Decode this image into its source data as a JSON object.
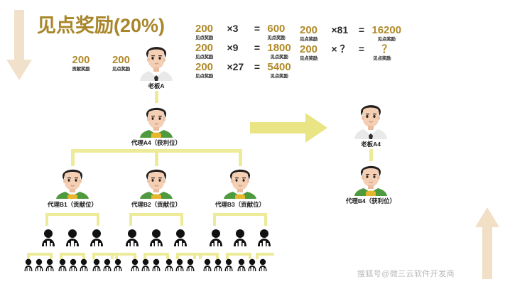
{
  "title": "见点奖励(20%)",
  "colors": {
    "gold": "#b08a2b",
    "title_gold": "#a9862a",
    "connector_yellow": "#eeeb98",
    "arrow_right_yellow": "#e8e480",
    "arrow_beige": "#f0dfc8",
    "shirt_green": "#4f9a3f",
    "watermark_gray": "#b9b9b9"
  },
  "arrows": {
    "down": "arrow-down-icon",
    "up": "arrow-up-icon",
    "right": "arrow-right-icon"
  },
  "top_numbers": [
    {
      "value": "200",
      "label": "贡献奖励"
    },
    {
      "value": "200",
      "label": "见点奖励"
    }
  ],
  "formulas_left": [
    {
      "base": "200",
      "base_label": "见点奖励",
      "op": "×3",
      "eq": "=",
      "result": "600",
      "result_label": "见点奖励"
    },
    {
      "base": "200",
      "base_label": "见点奖励",
      "op": "×9",
      "eq": "=",
      "result": "1800",
      "result_label": "见点奖励"
    },
    {
      "base": "200",
      "base_label": "见点奖励",
      "op": "×27",
      "eq": "=",
      "result": "5400",
      "result_label": "见点奖励"
    }
  ],
  "formulas_right": [
    {
      "base": "200",
      "base_label": "见点奖励",
      "op": "×81",
      "eq": "=",
      "result": "16200",
      "result_label": "见点奖励"
    },
    {
      "base": "200",
      "base_label": "见点奖励",
      "op": "× ？",
      "eq": "=",
      "result": "？",
      "result_label": "见点奖励"
    }
  ],
  "tree_left": {
    "boss": {
      "name": "老板A",
      "role": "boss"
    },
    "agent_a": {
      "name": "代理A4（获利位）",
      "role": "agent"
    },
    "agents_b": [
      {
        "name": "代理B1（贡献位）",
        "role": "agent"
      },
      {
        "name": "代理B2（贡献位）",
        "role": "agent"
      },
      {
        "name": "代理B3（贡献位）",
        "role": "agent"
      }
    ],
    "level3_count_per_branch": 3,
    "level4_count_per_branch": 3
  },
  "tree_right": {
    "boss": {
      "name": "老板A4",
      "role": "boss"
    },
    "agent": {
      "name": "代理B4（获利位）",
      "role": "agent"
    }
  },
  "watermark": "搜狐号@微三云软件开发商"
}
